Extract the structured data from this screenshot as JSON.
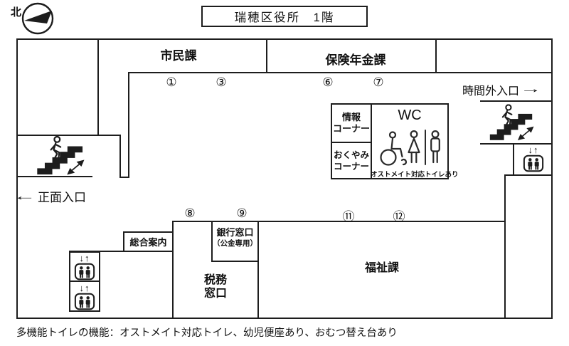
{
  "compass": {
    "label": "北"
  },
  "title": "瑞穂区役所　1階",
  "entrances": {
    "main": "正面入口",
    "main_arrow": "←",
    "after_hours": "時間外入口",
    "after_hours_arrow": "→"
  },
  "labels": {
    "civic": "市民課",
    "insurance": "保険年金課",
    "welfare": "福祉課",
    "tax_l1": "税務",
    "tax_l2": "窓口",
    "bank_l1": "銀行窓口",
    "bank_l2": "（公金専用）",
    "general_info": "総合案内",
    "info_corner_l1": "情報",
    "info_corner_l2": "コーナー",
    "okuyami_l1": "おくやみ",
    "okuyami_l2": "コーナー",
    "wc": "WC",
    "ostomate": "オストメイト対応トイレあり"
  },
  "counters": {
    "top": [
      "①",
      "③",
      "⑥",
      "⑦"
    ],
    "bottom": [
      "⑧",
      "⑨",
      "⑪",
      "⑫"
    ]
  },
  "elevator": {
    "arrows": "↓↑"
  },
  "footnote": "多機能トイレの機能：オストメイト対応トイレ、幼児便座あり、おむつ替え台あり",
  "colors": {
    "line": "#1d1d1d",
    "background": "#ffffff"
  }
}
